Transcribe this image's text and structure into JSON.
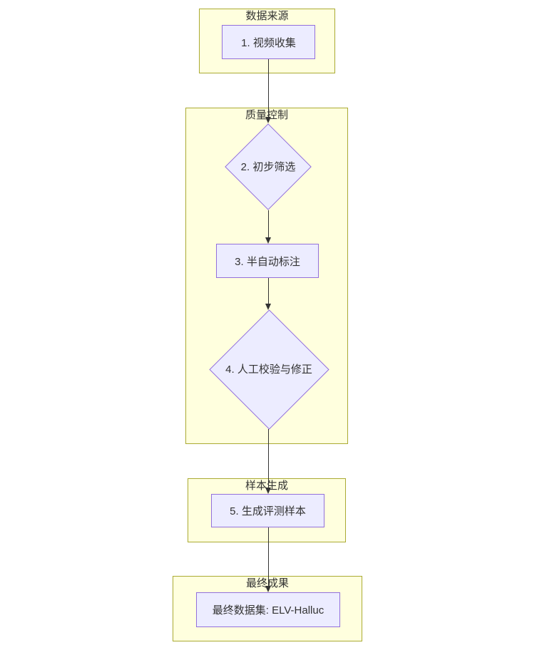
{
  "diagram": {
    "type": "flowchart",
    "direction": "top-down",
    "colors": {
      "cluster_fill": "#ffffde",
      "cluster_border": "#aaaa33",
      "node_fill": "#ececff",
      "node_border": "#9370db",
      "edge_color": "#333333",
      "text_color": "#333333",
      "background": "#ffffff"
    },
    "clusters": [
      {
        "title": "数据来源"
      },
      {
        "title": "质量控制"
      },
      {
        "title": "样本生成"
      },
      {
        "title": "最终成果"
      }
    ],
    "nodes": [
      {
        "label": "1. 视频收集",
        "shape": "rect",
        "cluster": "数据来源"
      },
      {
        "label": "2. 初步筛选",
        "shape": "diamond",
        "cluster": "质量控制"
      },
      {
        "label": "3. 半自动标注",
        "shape": "rect",
        "cluster": "质量控制"
      },
      {
        "label": "4. 人工校验与修正",
        "shape": "diamond",
        "cluster": "质量控制"
      },
      {
        "label": "5. 生成评测样本",
        "shape": "rect",
        "cluster": "样本生成"
      },
      {
        "label": "最终数据集: ELV-Halluc",
        "shape": "rect",
        "cluster": "最终成果"
      }
    ],
    "edges": [
      {
        "from": "1. 视频收集",
        "to": "2. 初步筛选"
      },
      {
        "from": "2. 初步筛选",
        "to": "3. 半自动标注"
      },
      {
        "from": "3. 半自动标注",
        "to": "4. 人工校验与修正"
      },
      {
        "from": "4. 人工校验与修正",
        "to": "5. 生成评测样本"
      },
      {
        "from": "5. 生成评测样本",
        "to": "最终数据集: ELV-Halluc"
      }
    ]
  }
}
